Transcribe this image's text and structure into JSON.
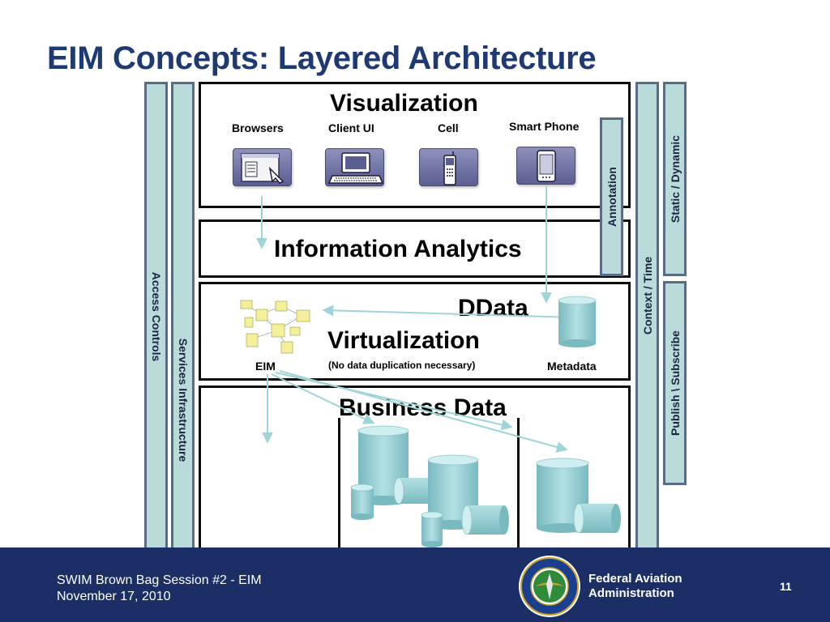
{
  "slide": {
    "title": "EIM Concepts: Layered Architecture",
    "page_number": "11"
  },
  "side_bars": {
    "access_controls": "Access  Controls",
    "services_infrastructure": "Services  Infrastructure",
    "annotation": "Annotation",
    "context_time": "Context / Time",
    "static_dynamic": "Static / Dynamic",
    "publish_subscribe": "Publish \\ Subscribe"
  },
  "layers": {
    "visualization": {
      "title": "Visualization",
      "devices": [
        {
          "label": "Browsers",
          "icon": "browser-icon"
        },
        {
          "label": "Client UI",
          "icon": "laptop-icon"
        },
        {
          "label": "Cell",
          "icon": "cell-phone-icon"
        },
        {
          "label": "Smart Phone",
          "icon": "smart-phone-icon"
        }
      ]
    },
    "analytics": {
      "title": "Information Analytics"
    },
    "virtualization": {
      "title_line1": "DData",
      "title_line2": "Virtualization",
      "note": "(No data duplication necessary)",
      "eim_label": "EIM",
      "metadata_label": "Metadata"
    },
    "business": {
      "title": "Business Data"
    }
  },
  "footer": {
    "session": "SWIM Brown Bag Session #2 - EIM",
    "date": "November 17, 2010",
    "org_line1": "Federal Aviation",
    "org_line2": "Administration",
    "seal_icon": "faa-seal-icon"
  },
  "colors": {
    "title_blue": "#1f3a73",
    "bar_fill": "#b9dcdb",
    "bar_border": "#5a6c83",
    "footer_bg": "#1b2f66",
    "device_purple": "#6a6ea0",
    "cylinder_teal": "#8ac8ce",
    "arrow": "#9fd4d9"
  }
}
